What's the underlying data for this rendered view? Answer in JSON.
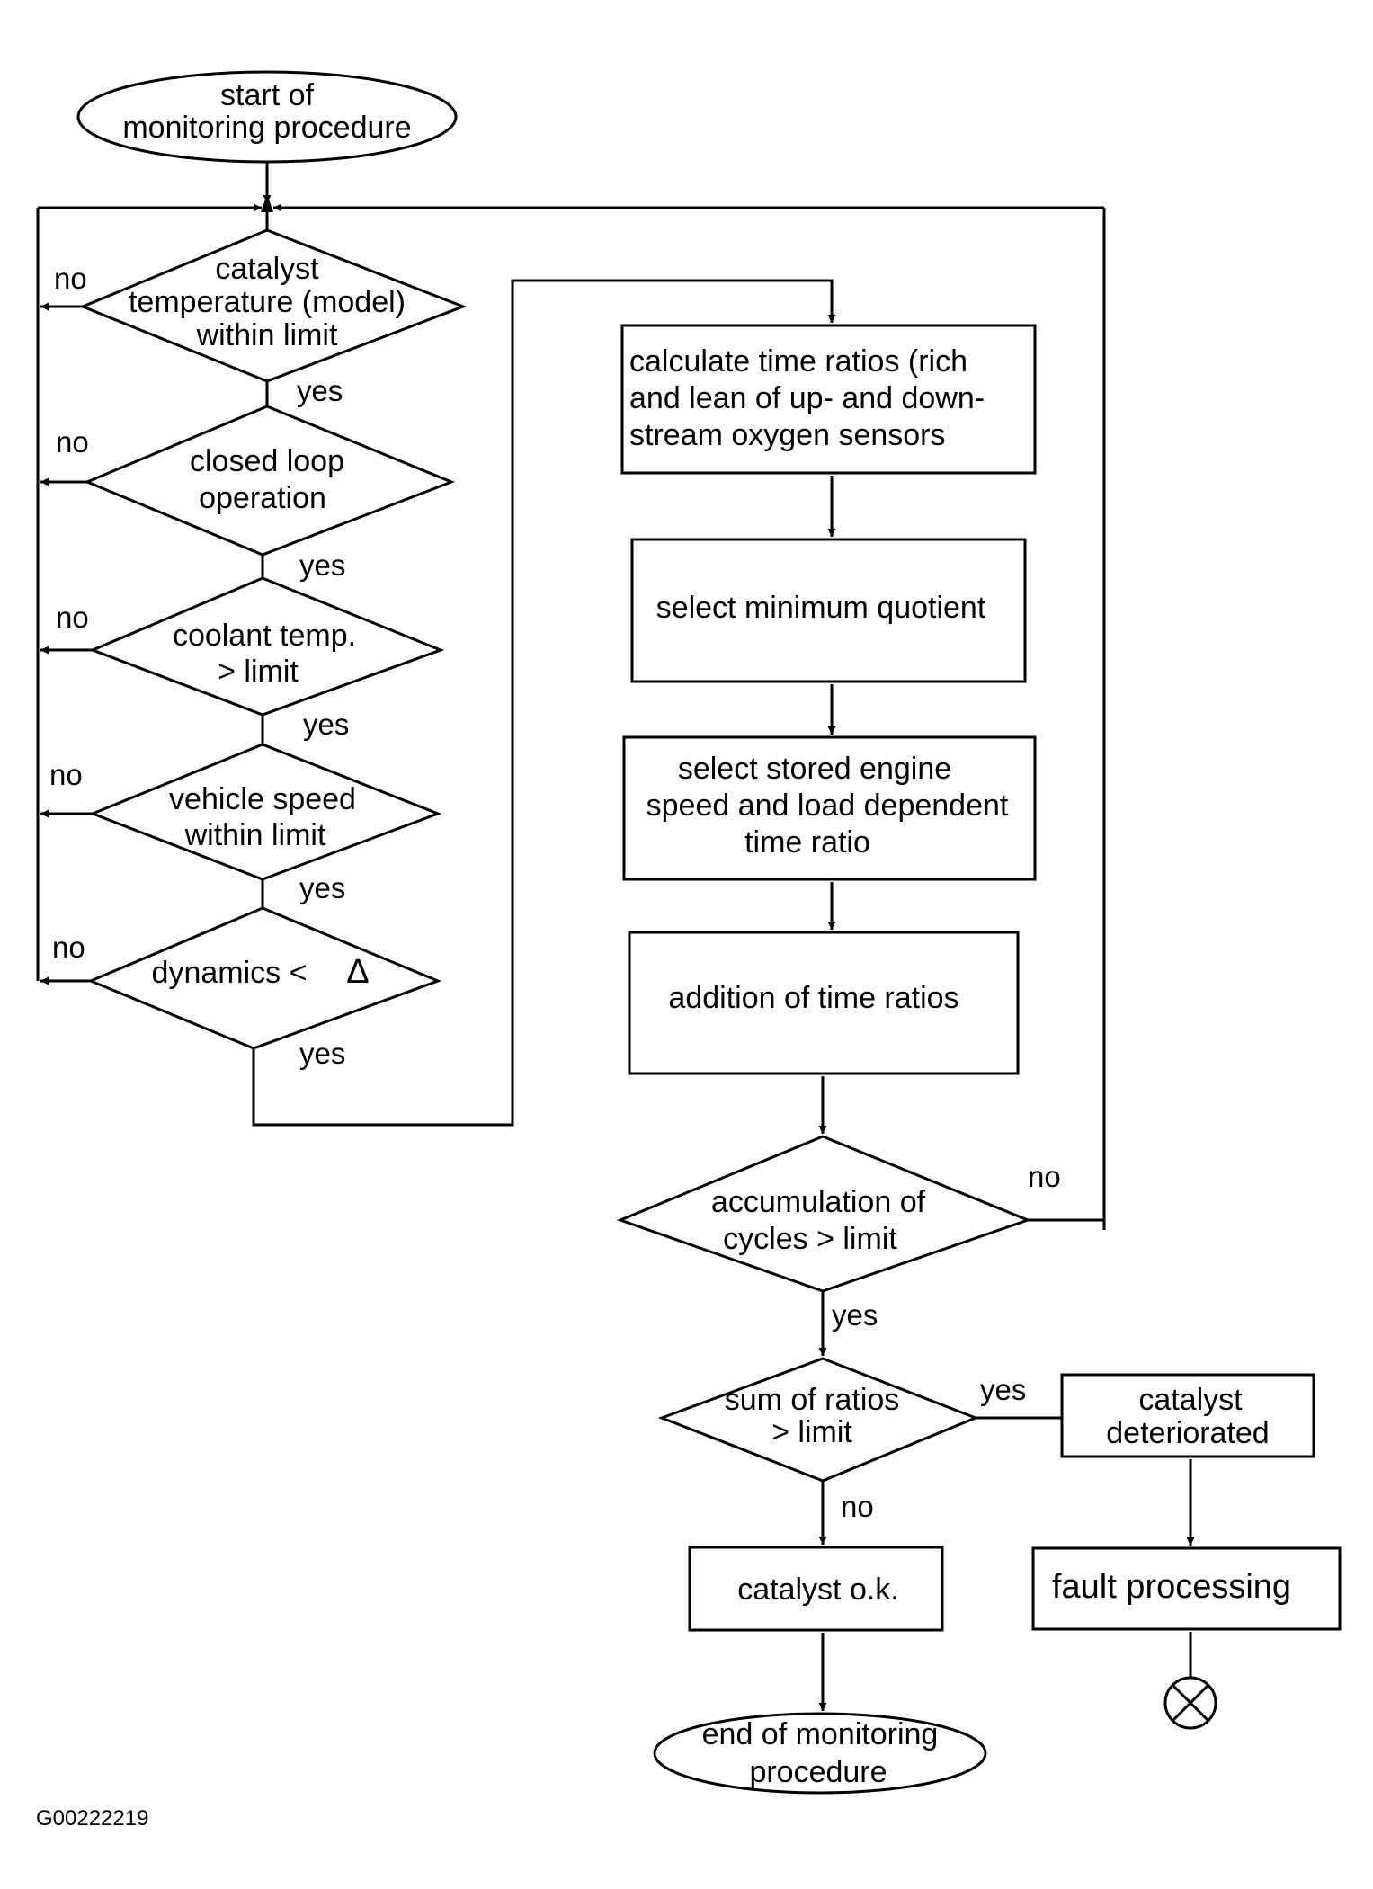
{
  "nodes": {
    "start": [
      "start of",
      "monitoring procedure"
    ],
    "catalyst_temp": [
      "catalyst",
      "temperature (model)",
      "within limit"
    ],
    "closed_loop": [
      "closed loop",
      "operation"
    ],
    "coolant": [
      "coolant temp.",
      "> limit"
    ],
    "vehicle_speed": [
      "vehicle speed",
      "within limit"
    ],
    "dynamics": "dynamics <",
    "dynamics_symbol": "Δ",
    "calc_ratios": [
      "calculate time ratios (rich",
      "and lean of up- and down-",
      "stream oxygen sensors"
    ],
    "select_min": "select minimum quotient",
    "select_stored": [
      "select stored engine",
      "speed and load dependent",
      "time ratio"
    ],
    "addition": "addition of time ratios",
    "accumulation": [
      "accumulation of",
      "cycles  > limit"
    ],
    "sum_ratios": [
      "sum of ratios",
      "> limit"
    ],
    "deteriorated": [
      "catalyst",
      "deteriorated"
    ],
    "ok": "catalyst o.k.",
    "fault": "fault processing",
    "end": [
      "end of monitoring",
      "procedure"
    ]
  },
  "labels": {
    "yes": "yes",
    "no": "no"
  },
  "figure_code": "G00222219"
}
